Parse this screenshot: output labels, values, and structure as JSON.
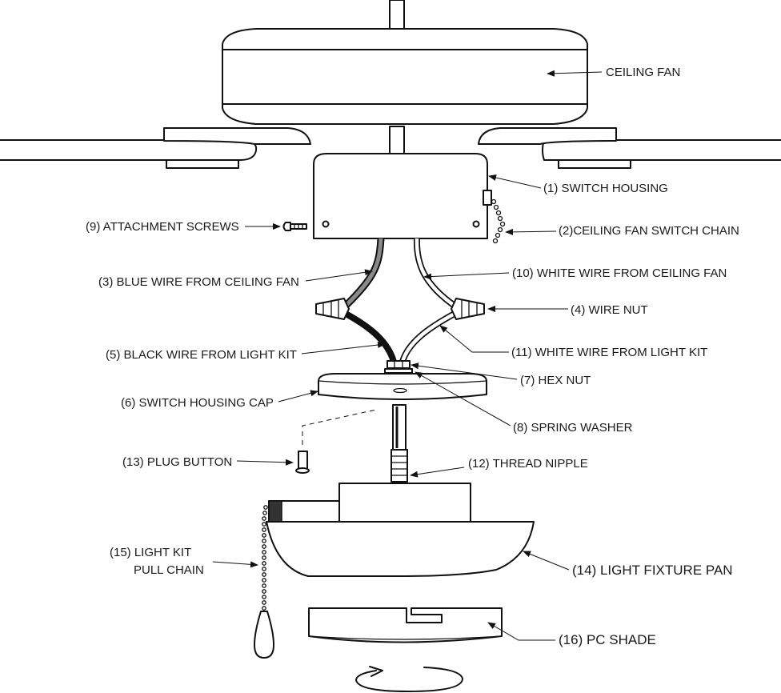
{
  "labels": {
    "ceiling_fan": "CEILING FAN",
    "switch_housing": "(1) SWITCH HOUSING",
    "fan_switch_chain": "(2)CEILING FAN SWITCH CHAIN",
    "blue_wire": "(3) BLUE WIRE FROM CEILING FAN",
    "wire_nut": "(4) WIRE NUT",
    "black_wire": "(5) BLACK WIRE FROM LIGHT KIT",
    "housing_cap": "(6) SWITCH HOUSING CAP",
    "hex_nut": "(7) HEX NUT",
    "spring_washer": "(8) SPRING WASHER",
    "attachment_screws": "(9) ATTACHMENT SCREWS",
    "white_wire_fan": "(10) WHITE WIRE FROM CEILING FAN",
    "white_wire_light": "(11) WHITE WIRE FROM LIGHT KIT",
    "thread_nipple": "(12) THREAD NIPPLE",
    "plug_button": "(13) PLUG BUTTON",
    "light_fixture_pan": "(14) LIGHT FIXTURE PAN",
    "pull_chain_line1": "(15) LIGHT KIT",
    "pull_chain_line2": "PULL CHAIN",
    "pc_shade": "(16) PC SHADE"
  }
}
